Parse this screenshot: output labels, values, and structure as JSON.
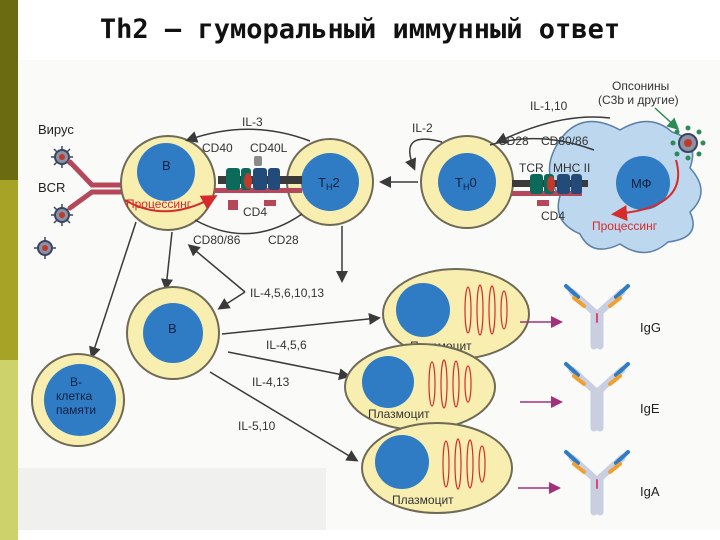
{
  "title": "Th2 – гуморальный иммунный ответ",
  "colors": {
    "bar_dark": "#6b6b12",
    "bar_olive": "#a7a327",
    "bar_green": "#cdd26a",
    "cell_fill": "#f7eeb0",
    "cell_stroke": "#6e6a55",
    "nucleus": "#2f7cc4",
    "macrophage": "#bcd7ee",
    "arrow": "#3a3a3a",
    "processing": "#d62b2b",
    "antigen": "#c0392b",
    "receptor": "#0c6a5a",
    "mhc": "#234b7a",
    "magenta_arrow": "#a1317a"
  },
  "labels": {
    "virus": "Вирус",
    "bcr": "BCR",
    "il3": "IL-3",
    "cd40": "CD40",
    "cd40l": "CD40L",
    "processing_b": "Процессинг",
    "cd4_left": "CD4",
    "cd80_86_left": "CD80/86",
    "cd28_left": "CD28",
    "b_cell": "B",
    "th2": "TH2",
    "th2_main": "T",
    "th2_sub": "H",
    "th2_suf": "2",
    "th0_main": "T",
    "th0_sub": "H",
    "th0_suf": "0",
    "il2": "IL-2",
    "il1_10": "IL-1,10",
    "opsonins_1": "Опсонины",
    "opsonins_2": "(C3b и другие)",
    "cd28_right": "CD28",
    "cd80_86_right": "CD80/86",
    "tcr": "TCR",
    "mhc2": "MHC II",
    "cd4_right": "CD4",
    "macrophage": "МФ",
    "processing_mf": "Процессинг",
    "il_main": "IL-4,5,6,10,13",
    "b_cell_2": "B",
    "memory_1": "B-",
    "memory_2": "клетка",
    "memory_3": "памяти",
    "il_456": "IL-4,5,6",
    "il_413": "IL-4,13",
    "il_510": "IL-5,10",
    "plasma_1": "Плазмоцит",
    "plasma_2": "Плазмоцит",
    "plasma_3": "Плазмоцит",
    "igg": "IgG",
    "ige": "IgE",
    "iga": "IgA"
  }
}
